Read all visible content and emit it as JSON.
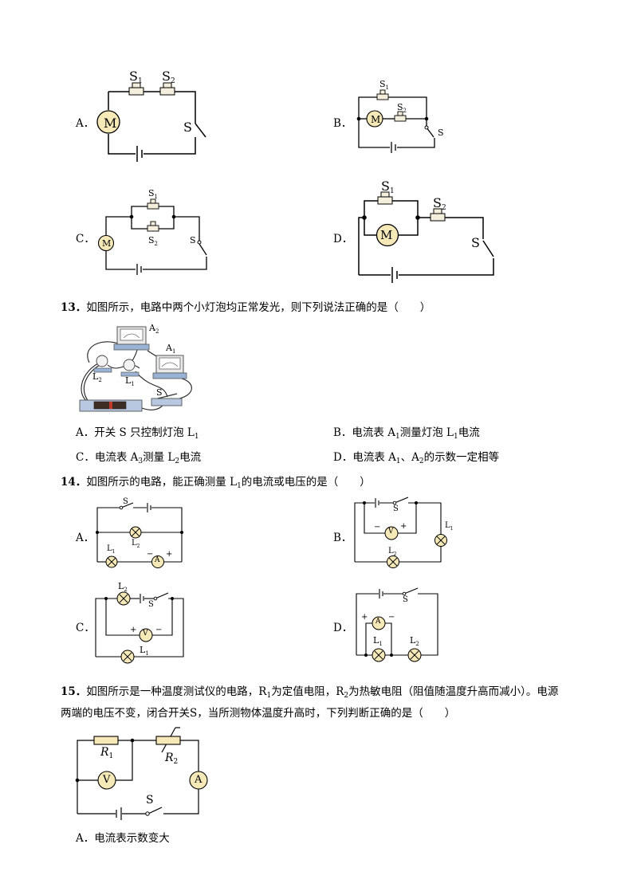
{
  "q12": {
    "option_a": "A．",
    "option_b": "B．",
    "option_c": "C．",
    "option_d": "D．",
    "labels": {
      "s1": "S",
      "s2": "S",
      "s": "S",
      "motor": "M",
      "sub1": "1",
      "sub2": "2"
    }
  },
  "q13": {
    "number": "13．",
    "stem": "如图所示，电路中两个小灯泡均正常发光，则下列说法正确的是（　　）",
    "photo_labels": {
      "a1": "A",
      "a2": "A",
      "l1": "L",
      "l2": "L",
      "s": "S",
      "sub1": "1",
      "sub2": "2"
    },
    "choices": [
      {
        "letter": "A．",
        "text_before": "开关 S 只控制灯泡 L",
        "sub": "1",
        "text_after": ""
      },
      {
        "letter": "B．",
        "text_before": "电流表 A",
        "sub": "1",
        "text_after": "测量灯泡 L",
        "sub2": "1",
        "text_end": "电流"
      },
      {
        "letter": "C．",
        "text_before": "电流表 A",
        "sub": "3",
        "text_after": "测量 L",
        "sub2": "2",
        "text_end": "电流"
      },
      {
        "letter": "D．",
        "text_before": "电流表 A",
        "sub": "1",
        "text_after": "、A",
        "sub2": "2",
        "text_end": "的示数一定相等"
      }
    ]
  },
  "q14": {
    "number": "14．",
    "stem_before": "如图所示的电路，能正确测量 L",
    "stem_sub": "1",
    "stem_after": "的电流或电压的是（　　）",
    "option_a": "A．",
    "option_b": "B．",
    "option_c": "C．",
    "option_d": "D．",
    "labels": {
      "s": "S",
      "l": "L",
      "v": "V",
      "a": "A",
      "plus": "+",
      "minus": "−",
      "sub1": "1",
      "sub2": "2"
    }
  },
  "q15": {
    "number": "15．",
    "stem_line1_a": "如图所示是一种温度测试仪的电路，R",
    "stem_sub1": "1",
    "stem_line1_b": "为定值电阻，R",
    "stem_sub2": "2",
    "stem_line1_c": "为热敏电阻（阻值随温度升高而减小）。电源",
    "stem_line2": "两端的电压不变，闭合开关S，当所测物体温度升高时，下列判断正确的是（　　）",
    "labels": {
      "r": "R",
      "v": "V",
      "a": "A",
      "s": "S",
      "sub1": "1",
      "sub2": "2"
    },
    "choice_a_letter": "A．",
    "choice_a_text": "电流表示数变大"
  }
}
